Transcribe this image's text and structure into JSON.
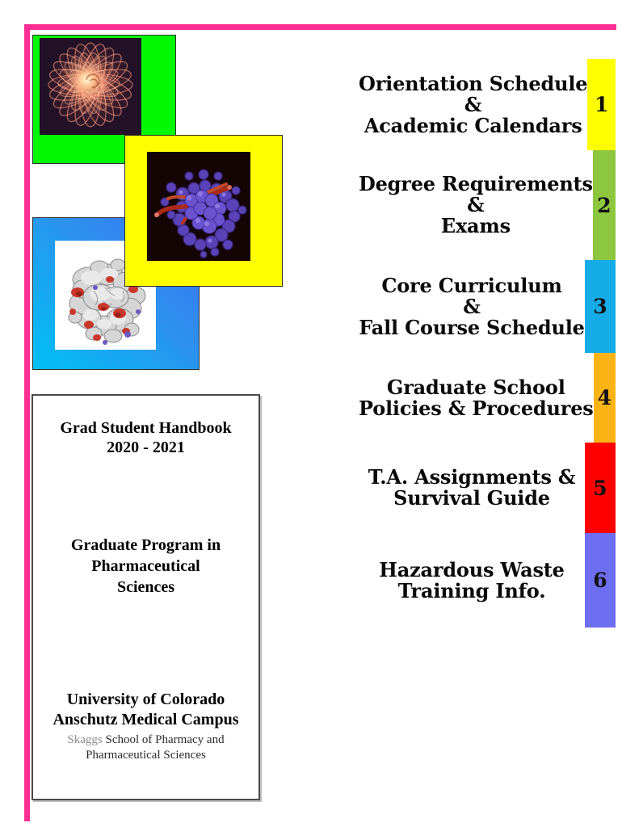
{
  "title_box": {
    "handbook_line1": "Grad Student Handbook",
    "handbook_line2": "2020 - 2021",
    "program_line1": "Graduate Program in",
    "program_line2": "Pharmaceutical",
    "program_line3": "Sciences",
    "university_line1": "University of Colorado",
    "university_line2": "Anschutz Medical Campus",
    "school_word_highlight": "Skaggs",
    "school_line1_rest": " School of Pharmacy and",
    "school_line2": "Pharmaceutical Sciences"
  },
  "sections": [
    {
      "lines": [
        "Orientation Schedule",
        "&",
        "Academic Calendars"
      ],
      "tab_number": "1",
      "tab_color": "#ffff00"
    },
    {
      "lines": [
        "Degree Requirements",
        "&",
        "Exams"
      ],
      "tab_number": "2",
      "tab_color": "#8dc63f"
    },
    {
      "lines": [
        "Core Curriculum",
        "&",
        "Fall Course Schedule"
      ],
      "tab_number": "3",
      "tab_color": "#16ace8"
    },
    {
      "lines": [
        "Graduate School",
        "Policies & Procedures"
      ],
      "tab_number": "4",
      "tab_color": "#fcb316"
    },
    {
      "lines": [
        "T.A. Assignments &",
        "Survival Guide"
      ],
      "tab_number": "5",
      "tab_color": "#fe0000"
    },
    {
      "lines": [
        "Hazardous Waste",
        "Training Info."
      ],
      "tab_number": "6",
      "tab_color": "#6e6ef2"
    }
  ],
  "cover_images": [
    {
      "name": "fractal-flower-image",
      "frame": "green",
      "frame_color": "#00f900"
    },
    {
      "name": "molecular-model-image",
      "frame": "yellow",
      "frame_color": "#ffff00"
    },
    {
      "name": "protein-surface-image",
      "frame": "blue",
      "frame_color": "#00c0f5"
    }
  ],
  "colors": {
    "page_border": "#ff2e93",
    "green_frame": "#00f900",
    "yellow_frame": "#ffff00",
    "blue_frame_start": "#00c0f5",
    "blue_frame_end": "#3f6ff0"
  }
}
